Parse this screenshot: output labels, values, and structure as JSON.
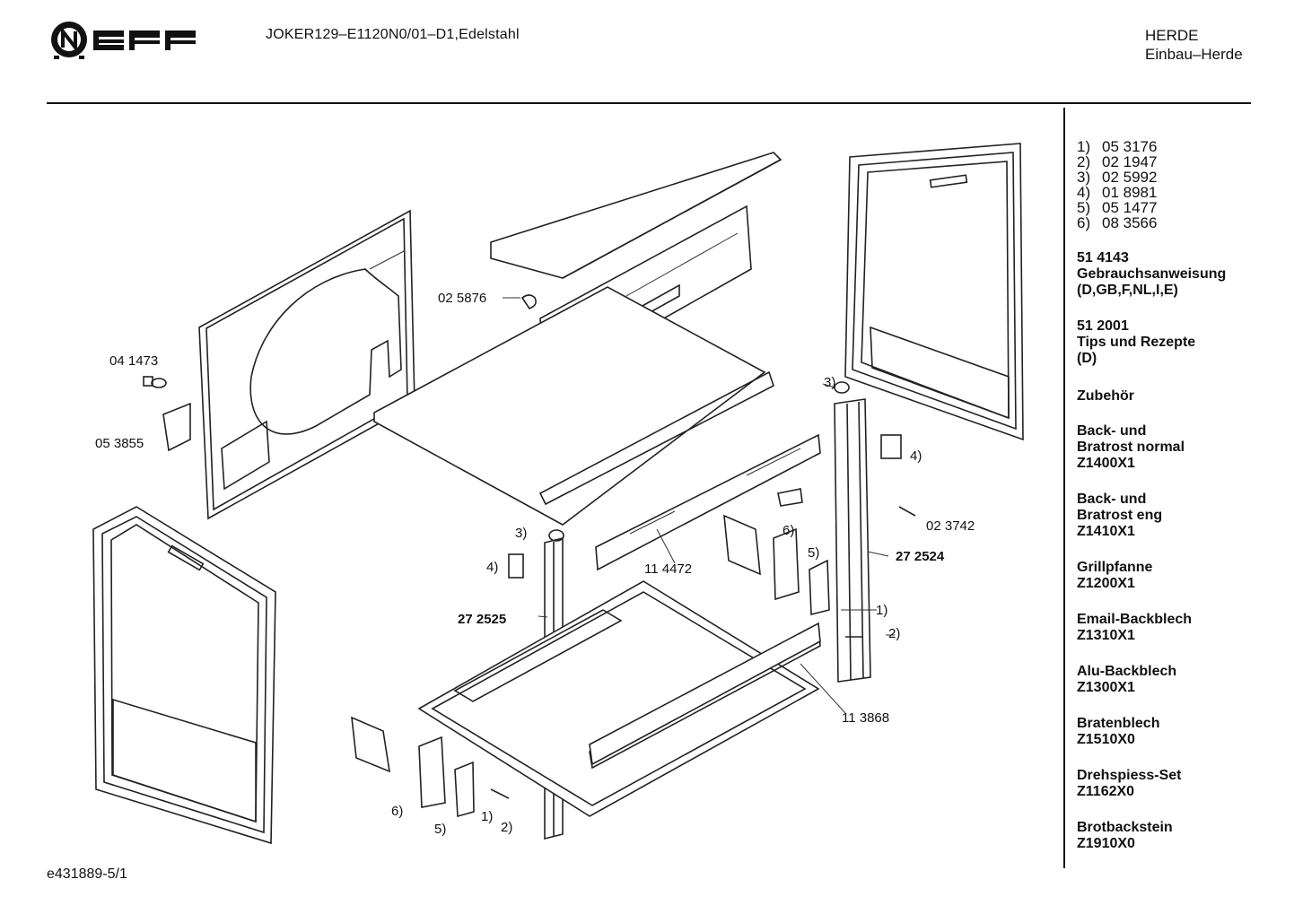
{
  "header": {
    "model": "JOKER129–E1120N0/01–D1,Edelstahl",
    "category": "HERDE",
    "subcategory": "Einbau–Herde"
  },
  "footer": {
    "code": "e431889-5/1"
  },
  "sidebar": {
    "parts": [
      {
        "num": "1)",
        "code": "05 3176"
      },
      {
        "num": "2)",
        "code": "02 1947"
      },
      {
        "num": "3)",
        "code": "02 5992"
      },
      {
        "num": "4)",
        "code": "01 8981"
      },
      {
        "num": "5)",
        "code": "05 1477"
      },
      {
        "num": "6)",
        "code": "08 3566"
      }
    ],
    "manual": {
      "code": "51 4143",
      "title": "Gebrauchsanweisung",
      "langs": "(D,GB,F,NL,I,E)"
    },
    "tips": {
      "code": "51 2001",
      "title": "Tips und Rezepte",
      "langs": "(D)"
    },
    "accessories_heading": "Zubehör",
    "accessories": [
      {
        "name": "Back- und\nBratrost normal",
        "code": "Z1400X1"
      },
      {
        "name": "Back- und\nBratrost eng",
        "code": "Z1410X1"
      },
      {
        "name": "Grillpfanne",
        "code": "Z1200X1"
      },
      {
        "name": "Email-Backblech",
        "code": "Z1310X1"
      },
      {
        "name": "Alu-Backblech",
        "code": "Z1300X1"
      },
      {
        "name": "Bratenblech",
        "code": "Z1510X0"
      },
      {
        "name": "Drehspiess-Set",
        "code": "Z1162X0"
      },
      {
        "name": "Brotbackstein",
        "code": "Z1910X0"
      }
    ]
  },
  "diagram_labels": {
    "l_025876": "02 5876",
    "l_041473": "04 1473",
    "l_053855": "05 3855",
    "l_3a": "3)",
    "l_3b": "3)",
    "l_4a": "4)",
    "l_4b": "4)",
    "l_023742": "02 3742",
    "l_272524": "27 2524",
    "l_6a": "6)",
    "l_5a": "5)",
    "l_114472": "11 4472",
    "l_272525": "27 2525",
    "l_1a": "1)",
    "l_2a": "2)",
    "l_113868": "11 3868",
    "l_6b": "6)",
    "l_5b": "5)",
    "l_1b": "1)",
    "l_2b": "2)"
  }
}
